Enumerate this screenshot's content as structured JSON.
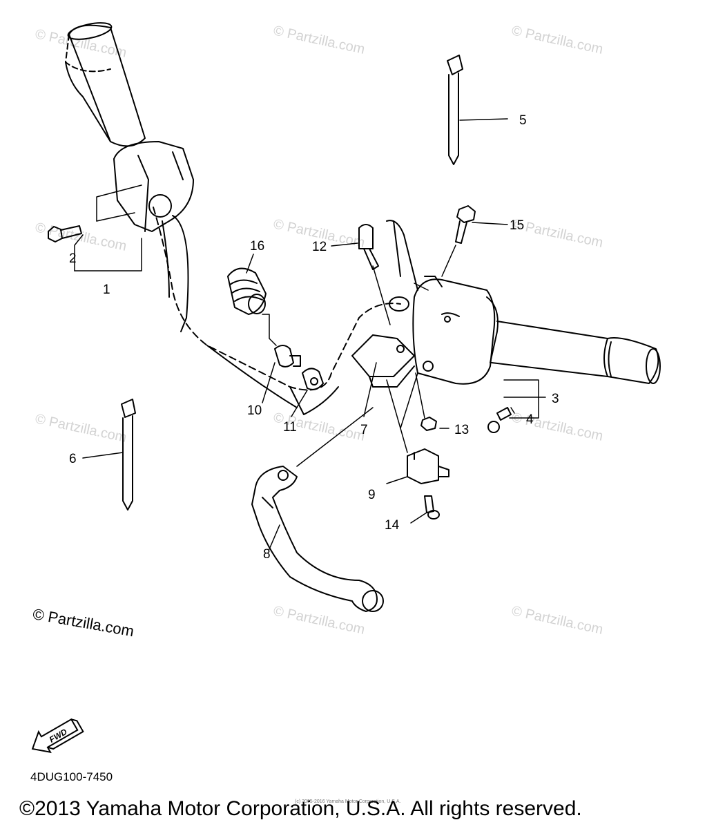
{
  "watermark_text": "© Partzilla.com",
  "part_numbers": {
    "n1": "1",
    "n2": "2",
    "n3": "3",
    "n4": "4",
    "n5": "5",
    "n6": "6",
    "n7": "7",
    "n8": "8",
    "n9": "9",
    "n10": "10",
    "n11": "11",
    "n12": "12",
    "n13": "13",
    "n14": "14",
    "n15": "15",
    "n16": "16"
  },
  "fwd_label": "FWD",
  "partzilla_label": "© Partzilla.com",
  "diagram_code": "4DUG100-7450",
  "small_copyright": "(c) 2005-2016 Yamaha Motor Corporation, U.S.A.",
  "copyright": "©2013 Yamaha Motor Corporation, U.S.A. All rights reserved.",
  "colors": {
    "line": "#000000",
    "watermark": "#d3d3d3"
  }
}
